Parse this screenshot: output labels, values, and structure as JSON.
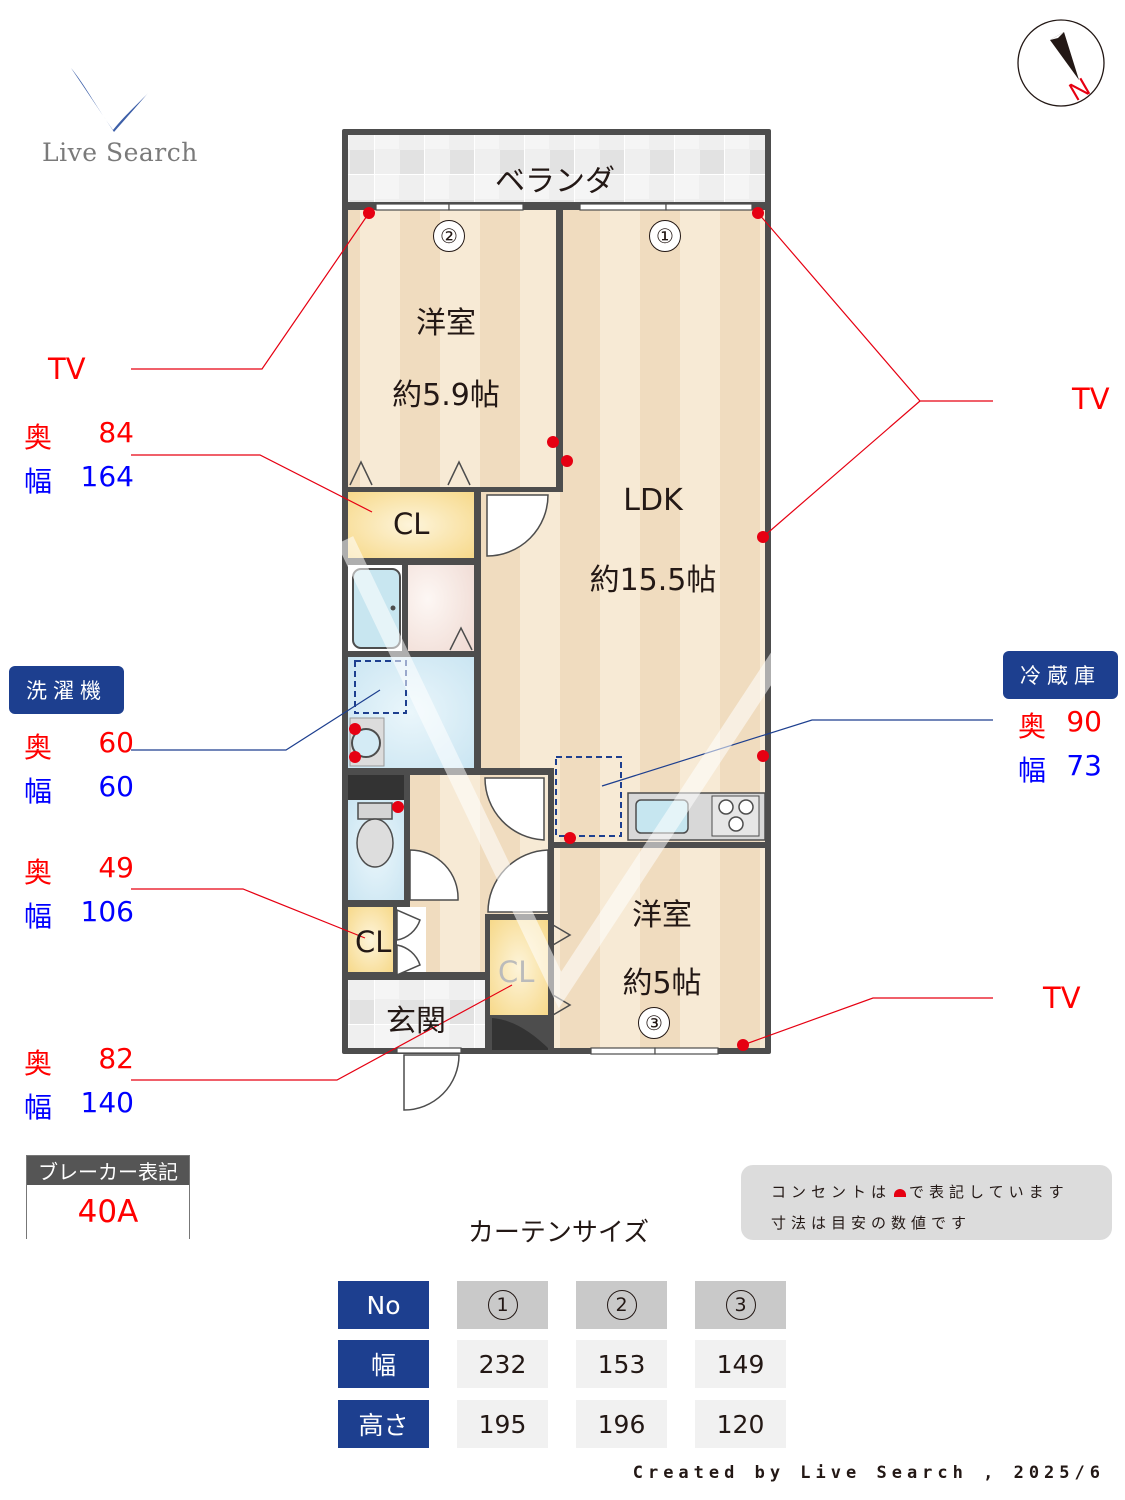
{
  "logo": {
    "text": "Live Search",
    "mark_color": "#3d5fa8"
  },
  "compass": {
    "label": "N",
    "needle_color": "#231815",
    "label_color": "#e60012"
  },
  "floorplan": {
    "rooms": {
      "veranda": {
        "label": "ベランダ"
      },
      "western_room_1": {
        "label": "洋室",
        "size": "約5.9帖"
      },
      "ldk": {
        "label": "LDK",
        "size": "約15.5帖"
      },
      "western_room_2": {
        "label": "洋室",
        "size": "約5帖"
      },
      "entrance": {
        "label": "玄関"
      },
      "closets": [
        "CL",
        "CL",
        "CL"
      ]
    },
    "window_numbers": [
      "①",
      "②",
      "③"
    ],
    "colors": {
      "wall": "#4d4d4d",
      "floor_light": "#f7ead5",
      "floor_dark": "#f0dcbf",
      "closet": "#f9dd8e",
      "wet_area": "#d4ebf5",
      "outlet": "#e60012",
      "leader_red": "#e60012",
      "leader_blue": "#1d3f8f"
    }
  },
  "annotations": {
    "tv_left": {
      "label": "TV"
    },
    "tv_right_top": {
      "label": "TV"
    },
    "tv_right_bottom": {
      "label": "TV"
    },
    "closet_1": {
      "depth_label": "奥",
      "depth": "84",
      "width_label": "幅",
      "width": "164"
    },
    "washer": {
      "badge": "洗濯機",
      "depth_label": "奥",
      "depth": "60",
      "width_label": "幅",
      "width": "60"
    },
    "closet_2": {
      "depth_label": "奥",
      "depth": "49",
      "width_label": "幅",
      "width": "106"
    },
    "closet_3": {
      "depth_label": "奥",
      "depth": "82",
      "width_label": "幅",
      "width": "140"
    },
    "fridge": {
      "badge": "冷蔵庫",
      "depth_label": "奥",
      "depth": "90",
      "width_label": "幅",
      "width": "73"
    }
  },
  "breaker": {
    "header": "ブレーカー表記",
    "value": "40A"
  },
  "note": {
    "line1_pre": "コンセントは",
    "line1_post": "で表記しています",
    "line2": "寸法は目安の数値です"
  },
  "curtain": {
    "title": "カーテンサイズ",
    "row_headers": [
      "No",
      "幅",
      "高さ"
    ],
    "columns": [
      {
        "no": "1",
        "width": "232",
        "height": "195"
      },
      {
        "no": "2",
        "width": "153",
        "height": "196"
      },
      {
        "no": "3",
        "width": "149",
        "height": "120"
      }
    ]
  },
  "footer": {
    "text": "Created by Live Search , 2025/6"
  }
}
